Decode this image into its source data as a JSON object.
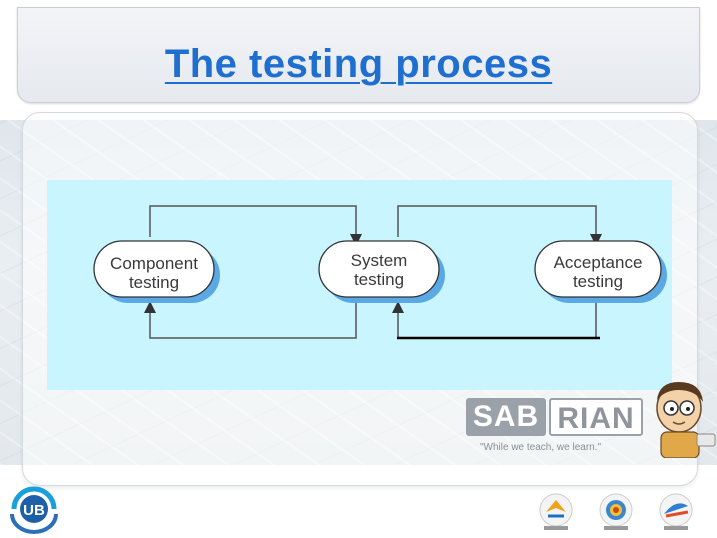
{
  "slide": {
    "title": "The testing process"
  },
  "diagram": {
    "nodes": [
      {
        "id": "component",
        "lines": [
          "Component",
          "testing"
        ]
      },
      {
        "id": "system",
        "lines": [
          "System",
          "testing"
        ]
      },
      {
        "id": "acceptance",
        "lines": [
          "Acceptance",
          "testing"
        ]
      }
    ],
    "edges": [
      {
        "from": "component",
        "to": "system",
        "route": "top"
      },
      {
        "from": "system",
        "to": "component",
        "route": "bottom"
      },
      {
        "from": "system",
        "to": "acceptance",
        "route": "top"
      },
      {
        "from": "acceptance",
        "to": "system",
        "route": "bottom"
      }
    ],
    "colors": {
      "panel": "#c8f5ff",
      "node_fill": "#ffffff",
      "node_shadow": "#5aa9e6",
      "line": "#555555"
    }
  },
  "branding": {
    "sab": "SAB",
    "rian": "RIAN",
    "tagline": "\"While we teach, we learn.\"",
    "ub_logo": "UB",
    "footer_logos": [
      "logo-1",
      "logo-2",
      "logo-3"
    ]
  },
  "colors": {
    "title": "#1f6fd1"
  }
}
